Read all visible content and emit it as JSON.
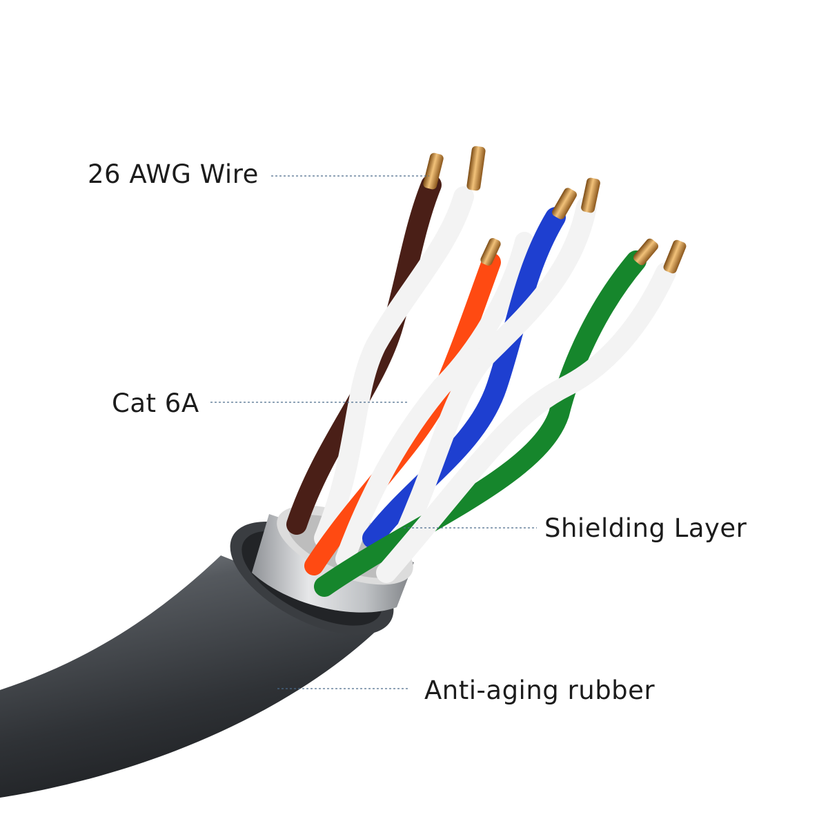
{
  "labels": {
    "wire_gauge": "26 AWG Wire",
    "category": "Cat 6A",
    "shielding": "Shielding Layer",
    "jacket": "Anti-aging rubber"
  },
  "colors": {
    "background": "#ffffff",
    "jacket": "#2d2f33",
    "shield": "#c9cbce",
    "leader_line": "#4a6a8a",
    "pair_brown": "#4a1f17",
    "pair_orange": "#ff4a12",
    "pair_blue": "#1e3fd0",
    "pair_green": "#16862c",
    "pair_white": "#f3f3f3",
    "copper": "#c98a3a"
  },
  "icons": {
    "illustration": "ethernet-cable-cutaway"
  }
}
